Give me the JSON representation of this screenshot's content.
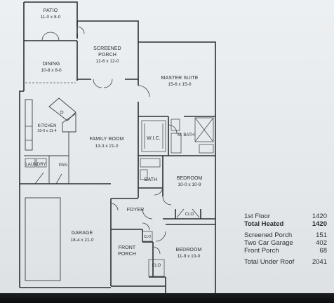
{
  "rooms": {
    "patio": {
      "name": "PATIO",
      "dim": "11-0 x 8-0"
    },
    "screened_porch": {
      "name1": "SCREENED",
      "name2": "PORCH",
      "dim": "12-6 x 12-0"
    },
    "dining": {
      "name": "DINING",
      "dim": "10-8 x 8-0"
    },
    "master_suite": {
      "name": "MASTER SUITE",
      "dim": "15-6 x 15-0"
    },
    "kitchen": {
      "name": "KITCHEN",
      "dim": "10-0 x 11-4"
    },
    "family_room": {
      "name": "FAMILY ROOM",
      "dim": "13-3 x 21-0"
    },
    "wic": {
      "name": "W.I.C."
    },
    "m_bath": {
      "name": "M. BATH"
    },
    "laundry": {
      "name": "LAUNDRY"
    },
    "pan": {
      "name": "PAN"
    },
    "bath": {
      "name": "BATH"
    },
    "bedroom_1": {
      "name": "BEDROOM",
      "dim": "10-0 x 10-9"
    },
    "clo_1": {
      "name": "CLO"
    },
    "foyer": {
      "name": "FOYER"
    },
    "garage": {
      "name": "GARAGE",
      "dim": "18-4 x 21-0"
    },
    "front_porch": {
      "name1": "FRONT",
      "name2": "PORCH"
    },
    "bedroom_2": {
      "name": "BEDROOM",
      "dim": "11-9 x 10-0"
    },
    "clo_2": {
      "name": "CLO"
    },
    "clo_3": {
      "name": "CLO"
    }
  },
  "summary": {
    "first_floor": {
      "label": "1st Floor",
      "value": "1420"
    },
    "total_heated": {
      "label": "Total Heated",
      "value": "1420"
    },
    "screened_porch": {
      "label": "Screened Porch",
      "value": "151"
    },
    "two_car_garage": {
      "label": "Two Car Garage",
      "value": "402"
    },
    "front_porch": {
      "label": "Front Porch",
      "value": "68"
    },
    "total_under_roof": {
      "label": "Total Under Roof",
      "value": "2041"
    }
  }
}
